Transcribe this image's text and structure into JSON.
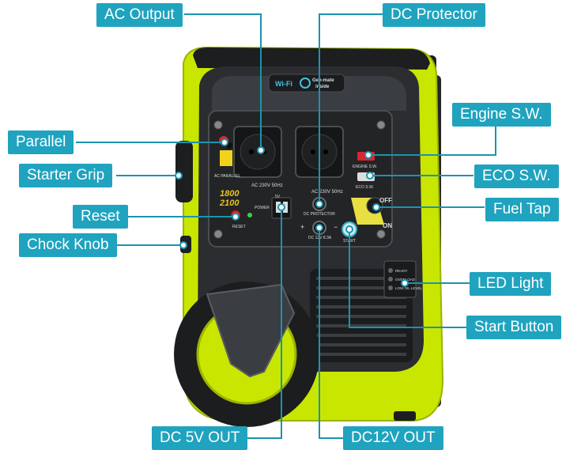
{
  "colors": {
    "callout_bg": "#1fa3bf",
    "callout_text": "#ffffff",
    "leader_line": "#1a94ae",
    "body_green": "#c9e600",
    "panel_dark": "#2b2d30",
    "panel_mid": "#3a3d41"
  },
  "callouts": {
    "ac_output": "AC Output",
    "dc_protector": "DC Protector",
    "engine_sw": "Engine S.W.",
    "parallel": "Parallel",
    "starter_grip": "Starter Grip",
    "eco_sw": "ECO S.W.",
    "fuel_tap": "Fuel Tap",
    "reset": "Reset",
    "chock_knob": "Chock Knob",
    "led_light": "LED Light",
    "start_button": "Start Button",
    "dc_5v_out": "DC 5V OUT",
    "dc_12v_out": "DC12V OUT"
  },
  "panel": {
    "badge_wifi": "Wi-Fi",
    "badge_brand_line1": "Gen-mate",
    "badge_brand_line2": "inside",
    "ac_rating_left": "AC 230V 50Hz",
    "ac_rating_right": "AC 230V 50Hz",
    "ac_parallel": "AC PARALLEL",
    "rated_watts": "1800",
    "max_watts": "2100",
    "power_label": "POWER",
    "reset_label": "RESET",
    "usb_label": "5V",
    "dc_protector_label": "DC PROTECTOR",
    "dc_out_label": "DC 12V 8.3A",
    "start_label": "START",
    "engine_sw_label": "ENGINE S.W.",
    "eco_sw_label": "ECO S.W.",
    "off_label": "OFF",
    "on_label": "ON",
    "ready_label": "READY",
    "overload_label": "OVERLOAD",
    "low_oil_label": "LOW OIL LEVEL"
  }
}
